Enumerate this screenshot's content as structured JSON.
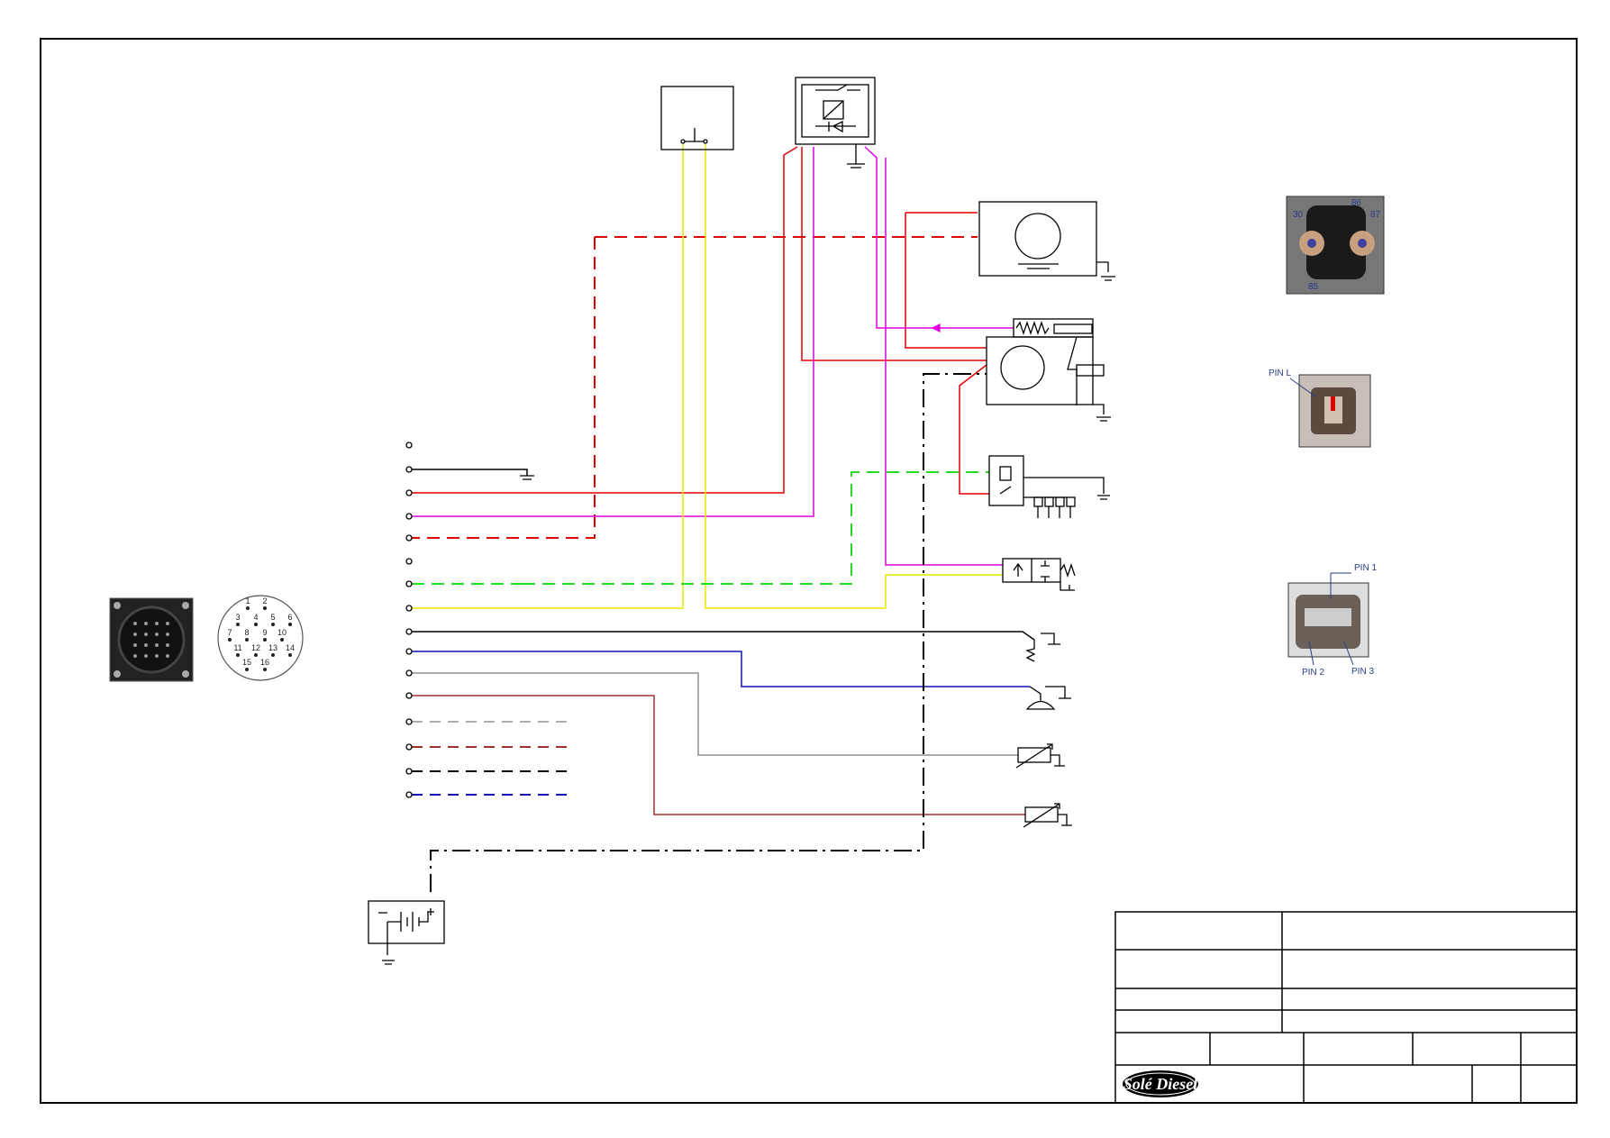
{
  "relay_photo": {
    "labels": [
      "30",
      "86",
      "87",
      "85"
    ]
  },
  "glow_connector_photo": {
    "label": "PIN L"
  },
  "sensor_connector_photo": {
    "labels": [
      "PIN 1",
      "PIN 2",
      "PIN 3"
    ]
  },
  "main_connector": {
    "pin_numbers": [
      "1",
      "2",
      "3",
      "4",
      "5",
      "6",
      "7",
      "8",
      "9",
      "10",
      "11",
      "12",
      "13",
      "14",
      "15",
      "16"
    ]
  },
  "title_block": {
    "logo_text": "Solé Diesel"
  },
  "wire_colors": {
    "black": "#000000",
    "red": "#e00000",
    "magenta": "#e000e0",
    "yellow": "#ffff00",
    "green": "#22dd22",
    "blue": "#1010b0",
    "grey": "#909090",
    "brown": "#a03030",
    "border": "#000000"
  },
  "icons": [
    "ground-symbol",
    "switch-symbol",
    "relay-symbol",
    "motor-symbol",
    "battery-symbol",
    "variable-resistor-symbol",
    "buzzer-symbol",
    "glow-plug-symbol",
    "solenoid-symbol"
  ]
}
